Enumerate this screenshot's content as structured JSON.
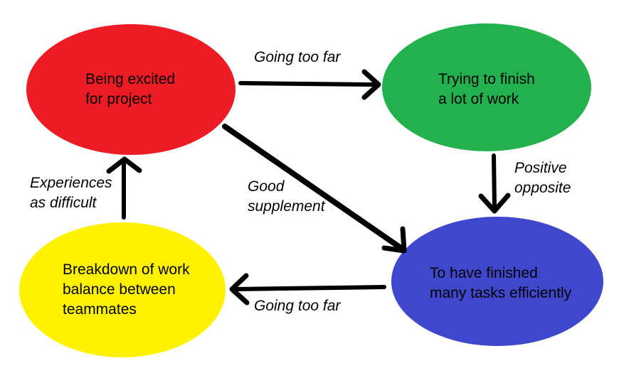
{
  "app": {
    "background_color": "#ffffff",
    "text_color": "#000000",
    "arrow_color": "#000000"
  },
  "nodes": {
    "being_excited": {
      "color": "#ed1c24",
      "lines": [
        "Being excited",
        "for project"
      ]
    },
    "trying_to_finish": {
      "color": "#22b14c",
      "lines": [
        "Trying to finish",
        "a lot of work"
      ]
    },
    "finished_tasks": {
      "color": "#3f48cc",
      "lines": [
        "To have finished",
        "many tasks efficiently"
      ]
    },
    "breakdown": {
      "color": "#fff200",
      "lines": [
        "Breakdown of work",
        "balance between",
        "teammates"
      ]
    }
  },
  "edges": {
    "excited_to_trying": {
      "lines": [
        "Going too far"
      ]
    },
    "trying_to_finished": {
      "lines": [
        "Positive",
        "opposite"
      ]
    },
    "excited_to_finished": {
      "lines": [
        "Good",
        "supplement"
      ]
    },
    "finished_to_breakdown": {
      "lines": [
        "Going too far"
      ]
    },
    "breakdown_to_excited": {
      "lines": [
        "Experiences",
        "as difficult"
      ]
    }
  }
}
